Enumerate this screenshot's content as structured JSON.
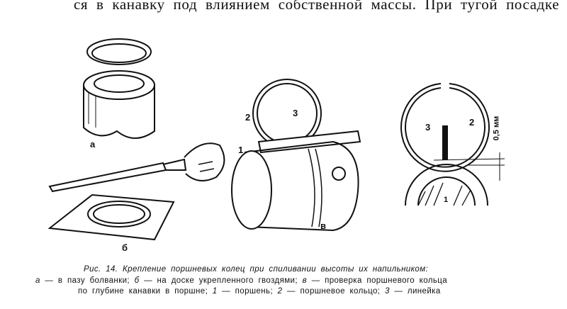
{
  "body_text": "ся в канавку под влиянием собственной массы. При тугой посадке",
  "figure": {
    "labels": {
      "a": "а",
      "b": "б",
      "v": "в",
      "piston_1": "1",
      "ring_2": "2",
      "ruler_3": "3",
      "detail_piston_1": "1",
      "detail_ring_2": "2",
      "detail_ruler_3": "3",
      "gap_dimension": "0,5 мм"
    }
  },
  "caption": {
    "title": "Рис. 14. Крепление поршневых колец при спиливании высоты их напильником:",
    "line2_a_key": "а",
    "line2_a": " — в пазу болванки; ",
    "line2_b_key": "б",
    "line2_b": " — на доске укрепленного гвоздями; ",
    "line2_v_key": "в",
    "line2_v": " — проверка поршневого кольца",
    "line3_text": "по глубине канавки в поршне; ",
    "line3_1_key": "1",
    "line3_1": " — поршень; ",
    "line3_2_key": "2",
    "line3_2": " — поршневое кольцо; ",
    "line3_3_key": "3",
    "line3_3": " — линейка"
  }
}
